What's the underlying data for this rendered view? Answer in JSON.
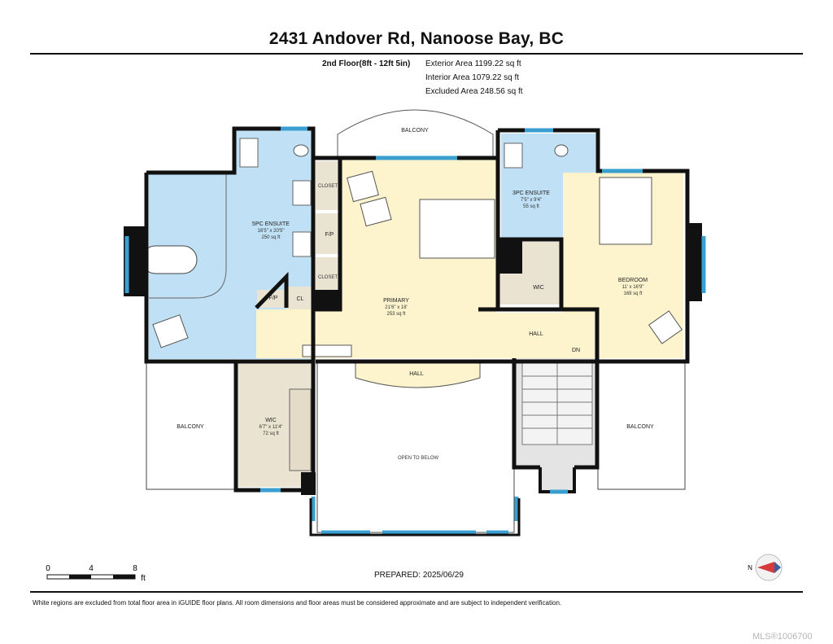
{
  "header": {
    "title": "2431 Andover Rd, Nanoose Bay, BC",
    "floor_label": "2nd Floor(8ft - 12ft 5in)",
    "areas": [
      "Exterior Area 1199.22 sq ft",
      "Interior Area 1079.22 sq ft",
      "Excluded Area 248.56 sq ft"
    ]
  },
  "rooms": {
    "balcony_top": "BALCONY",
    "ensuite5": {
      "name": "5PC ENSUITE",
      "dims": "16'5\" x 20'5\"",
      "area": "250 sq ft"
    },
    "closet_upper": "CLOSET",
    "closet_lower": "CLOSET",
    "fp_mid": "F/P",
    "fp_left": "F/P",
    "cl": "CL",
    "primary": {
      "name": "PRIMARY",
      "dims": "21'6\" x 18'",
      "area": "253 sq ft"
    },
    "ensuite3": {
      "name": "3PC ENSUITE",
      "dims": "7'5\" x 9'4\"",
      "area": "55 sq ft"
    },
    "wic_right": "WIC",
    "bedroom": {
      "name": "BEDROOM",
      "dims": "11' x 16'9\"",
      "area": "169 sq ft"
    },
    "hall_right": "HALL",
    "dn": "DN",
    "hall_bottom": "HALL",
    "balcony_left": "BALCONY",
    "wic_left": {
      "name": "WIC",
      "dims": "6'7\" x 11'4\"",
      "area": "72 sq ft"
    },
    "open_below": "OPEN TO BELOW",
    "balcony_right": "BALCONY"
  },
  "scale": {
    "ticks": [
      "0",
      "4",
      "8"
    ],
    "unit": "ft"
  },
  "compass": {
    "label": "N"
  },
  "footer": {
    "prepared": "PREPARED:  2025/06/29",
    "disclaimer": "White regions are excluded from total floor area in iGUIDE floor plans. All room dimensions and floor areas must be considered approximate and are subject to independent verification.",
    "mls": "MLS®1006700"
  },
  "colors": {
    "wall": "#111111",
    "bath_blue": "#bfe0f5",
    "room_yellow": "#fdf3cd",
    "closet_tan": "#ebe3d2",
    "window_blue": "#3a9fd0",
    "stair_gray": "#e4e4e4"
  }
}
